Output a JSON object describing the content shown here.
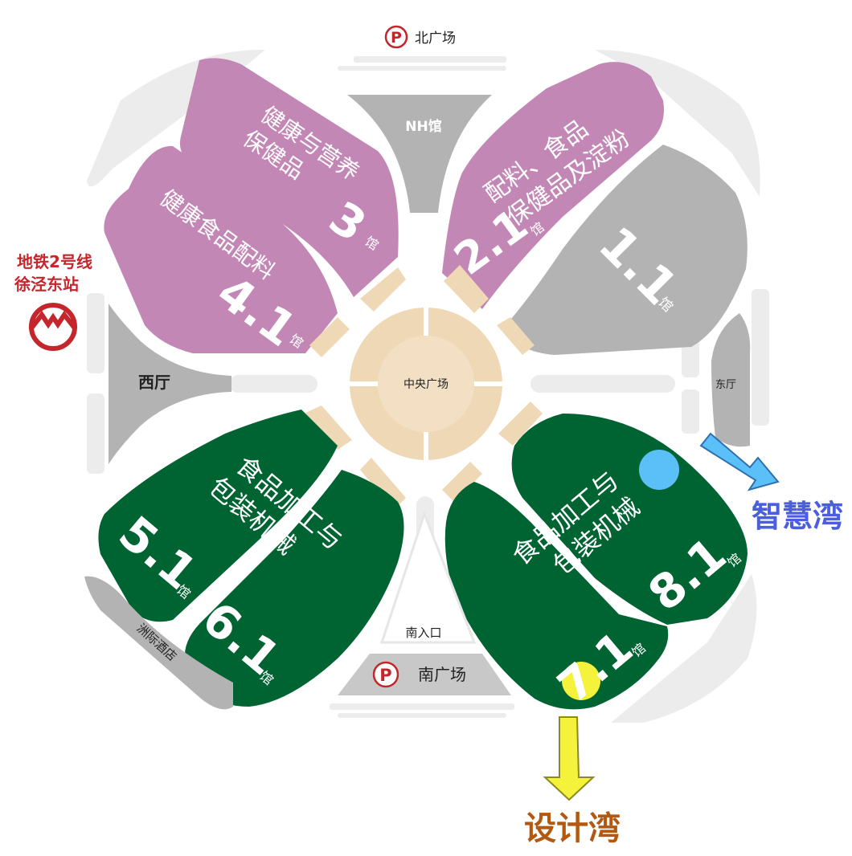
{
  "parking": {
    "icon": "P",
    "north_label": "北广场",
    "south_label": "南广场"
  },
  "halls": {
    "nh": {
      "label": "NH馆"
    },
    "h3": {
      "line1": "健康与营养",
      "line2": "保健品",
      "number": "3",
      "suffix": "馆"
    },
    "h21": {
      "line1": "配料、食品",
      "line2": "保健品及淀粉",
      "number": "2.1",
      "suffix": "馆"
    },
    "h41": {
      "line1": "健康食品配料",
      "number": "4.1",
      "suffix": "馆"
    },
    "h11": {
      "number": "1.1",
      "suffix": "馆"
    },
    "h51": {
      "number": "5.1",
      "suffix": "馆"
    },
    "h61": {
      "number": "6.1",
      "suffix": "馆"
    },
    "h71": {
      "number": "7.1",
      "suffix": "馆"
    },
    "h81": {
      "number": "8.1",
      "suffix": "馆"
    },
    "west": {
      "label": "西厅"
    },
    "east": {
      "label": "东厅"
    }
  },
  "green_text": {
    "left": {
      "line1": "食品加工与",
      "line2": "包装机械"
    },
    "right": {
      "line1": "食品加工与",
      "line2": "包装机械"
    }
  },
  "plaza": {
    "label": "中央广场"
  },
  "south_entrance": {
    "label": "南入口"
  },
  "hotel": {
    "label": "洲际酒店"
  },
  "metro": {
    "line1": "地铁2号线",
    "line2": "徐泾东站"
  },
  "destinations": {
    "east": "智慧湾",
    "south": "设计湾"
  },
  "colors": {
    "purple": "#c387b6",
    "green": "#006332",
    "grey": "#b3b3b3",
    "beige": "#efd8b5",
    "metro_red": "#c4262b",
    "arrow_blue": "#5bc0f8",
    "arrow_yellow": "#f4f23a"
  }
}
